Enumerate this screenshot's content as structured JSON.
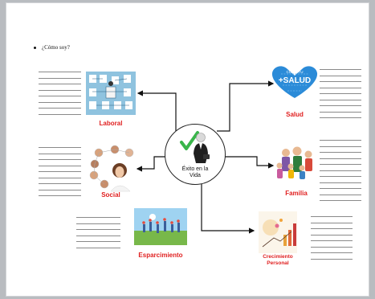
{
  "heading": "¿Cómo soy?",
  "center": {
    "line1": "Éxito en la",
    "line2": "Vida"
  },
  "areas": {
    "laboral": "Laboral",
    "social": "Social",
    "esparcimiento": "Esparcimiento",
    "salud": "Salud",
    "familia": "Familia",
    "crecimiento1": "Crecimiento",
    "crecimiento2": "Personal"
  },
  "salud_logo": {
    "top": "CUIDA TU",
    "main": "+SALUD"
  },
  "colors": {
    "label_red": "#e02020",
    "check_green": "#39b54a",
    "salud_blue": "#1f7fcf"
  },
  "icons": [
    "office-team-illustration",
    "social-network-illustration",
    "recreation-photo",
    "health-heart-logo",
    "family-illustration",
    "personal-growth-illustration",
    "businessman-checkmark-icon"
  ]
}
